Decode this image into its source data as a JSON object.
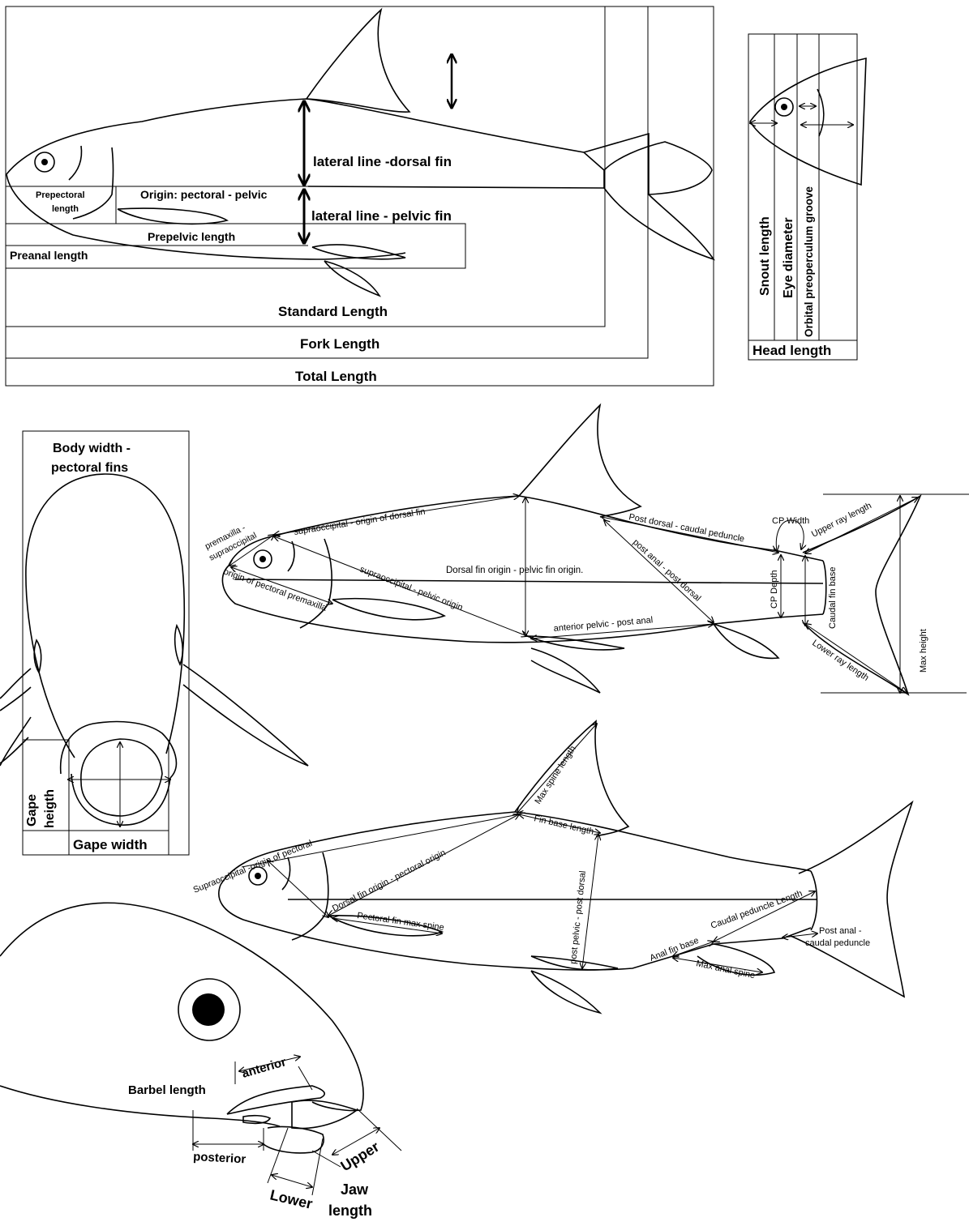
{
  "colors": {
    "ink": "#000000",
    "paper": "#ffffff"
  },
  "lengths_panel": {
    "dorsal_depth": "lateral line -dorsal fin",
    "pelvic_depth": "lateral line - pelvic fin",
    "prepectoral": [
      "Prepectoral",
      "length"
    ],
    "pectoral_pelvic": "Origin: pectoral - pelvic",
    "prepelvic": "Prepelvic length",
    "preanal": "Preanal length",
    "standard": "Standard Length",
    "fork": "Fork Length",
    "total": "Total Length"
  },
  "head_panel": {
    "snout": "Snout length",
    "eye": "Eye diameter",
    "orbital": "Orbital preoperculum groove",
    "head": "Head length"
  },
  "width_panel": {
    "title": [
      "Body width -",
      "pectoral fins"
    ],
    "gape_height": [
      "Gape",
      "heigth"
    ],
    "gape_width": "Gape width"
  },
  "body_panel": {
    "premax_sup": [
      "premaxilla -",
      "supraoccipital"
    ],
    "sup_dorsal": "supraoccipital - origin of dorsal fin",
    "orig_pect_premax": "origin of pectoral premaxilla",
    "sup_pelvic": "supraoccipital - pelvic origin",
    "dorsal_pelvic": "Dorsal fin origin - pelvic fin origin.",
    "post_dorsal_caudal": "Post dorsal - caudal peduncle",
    "post_anal_post_dorsal": "post anal - post dorsal",
    "ant_pelvic_post_anal": "anterior pelvic - post anal",
    "cp_width": "CP Width",
    "cp_depth": "CP Depth",
    "caudal_fin_base": "Caudal fin base",
    "upper_ray": "Upper ray length",
    "lower_ray": "Lower ray length",
    "max_height": "Max height"
  },
  "fins_panel": {
    "max_spine": "Max spine length",
    "fin_base": "Fin base length",
    "sup_pectoral": "Supraoccipital -origin of pectoral",
    "dorsal_pectoral": "Dorsal fin origin - pectoral origin",
    "pect_spine": "Pectoral fin max spine",
    "post_pelvic_post_dorsal": "post pelvic - post dorsal",
    "caudal_ped": "Caudal peduncle Length",
    "anal_base": "Anal fin base",
    "max_anal": "Max anal spine",
    "post_anal_caudal": [
      "Post anal -",
      "caudal peduncle"
    ]
  },
  "mouth_panel": {
    "barbel": "Barbel length",
    "anterior": "anterior",
    "posterior": "posterior",
    "upper": "Upper",
    "lower": "Lower",
    "jaw_length": [
      "Jaw",
      "length"
    ]
  }
}
